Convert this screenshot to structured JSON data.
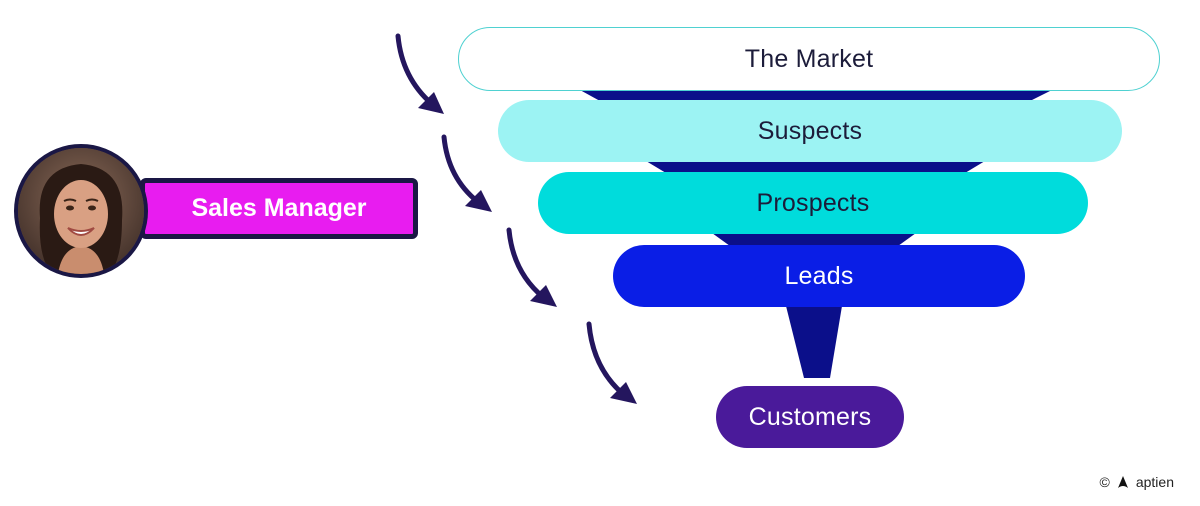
{
  "funnel": {
    "stages": [
      {
        "label": "The Market"
      },
      {
        "label": "Suspects"
      },
      {
        "label": "Prospects"
      },
      {
        "label": "Leads"
      },
      {
        "label": "Customers"
      }
    ]
  },
  "actor": {
    "role_label": "Sales Manager",
    "avatar_icon": "woman-portrait-photo"
  },
  "footer": {
    "copyright_symbol": "©",
    "brand": "aptien",
    "logo_icon": "aptien-logo-icon"
  },
  "colors": {
    "market_border": "#4fd1d1",
    "suspects": "#9cf3f3",
    "prospects": "#00dcdc",
    "leads": "#0a1ee6",
    "customers": "#4a1a9a",
    "funnel_neck": "#0b0f8a",
    "arrows": "#24165e",
    "role_label": "#e81cf0"
  }
}
